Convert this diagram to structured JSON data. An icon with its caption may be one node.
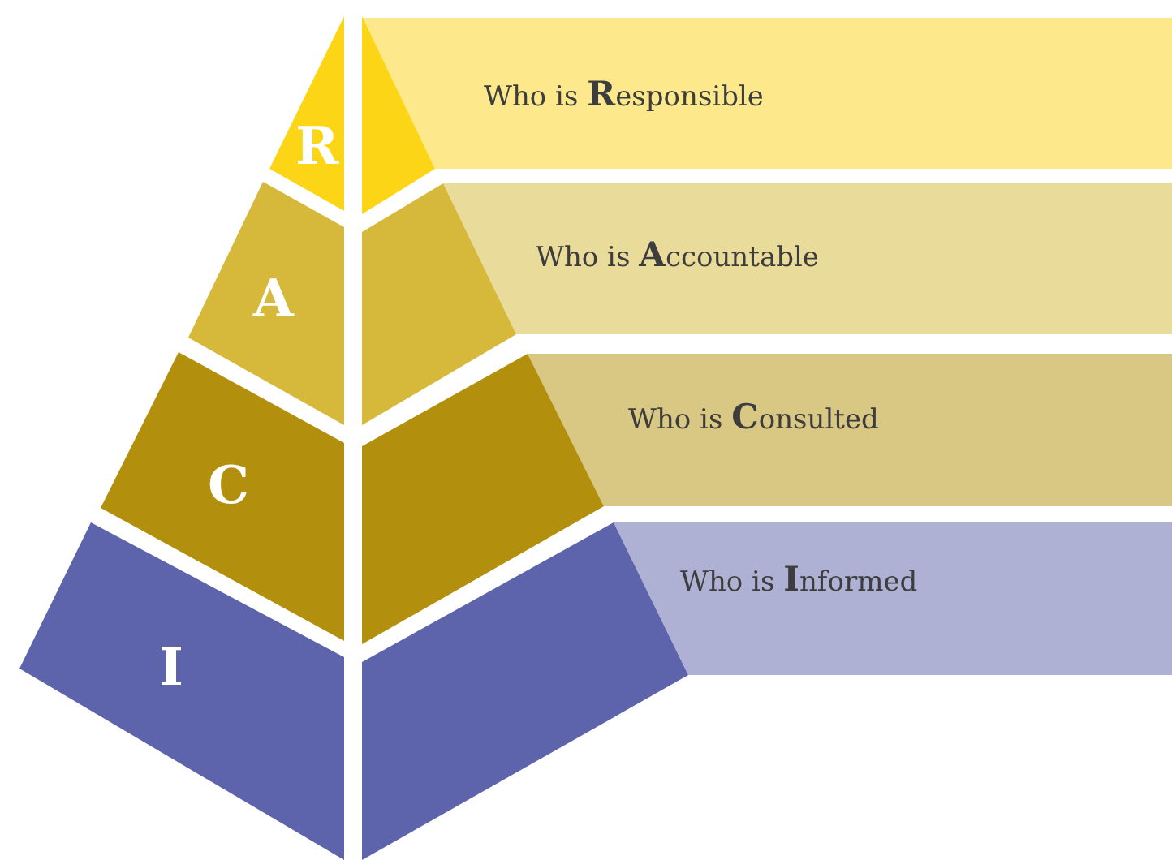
{
  "diagram": {
    "nodes": [
      {
        "text": [
          "R"
        ]
      },
      {
        "text": [],
        "shape": "triangle"
      },
      {
        "text": [
          "Who is **R**esponsible"
        ]
      },
      {
        "text": [
          "A"
        ]
      },
      {
        "text": [],
        "shape": "parallelogram"
      },
      {
        "text": [
          "Who is **A**ccountable"
        ]
      },
      {
        "text": [
          "C"
        ]
      },
      {
        "text": [],
        "shape": "parallelogram"
      },
      {
        "text": [
          "Who is **C**onsulted"
        ]
      },
      {
        "text": [
          "I"
        ]
      },
      {
        "text": [],
        "shape": "parallelogram"
      },
      {
        "text": [
          "Who is **I**nformed"
        ]
      }
    ]
  }
}
